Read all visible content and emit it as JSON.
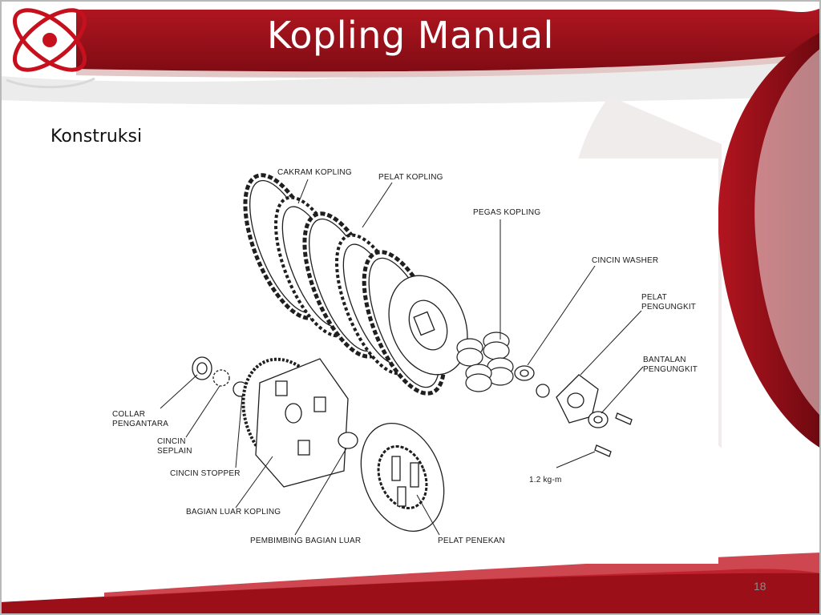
{
  "slide": {
    "title": "Kopling Manual",
    "subtitle": "Konstruksi",
    "page_number": "18"
  },
  "diagram": {
    "labels": {
      "cakram_kopling": "CAKRAM KOPLING",
      "pelat_kopling": "PELAT KOPLING",
      "pegas_kopling": "PEGAS KOPLING",
      "cincin_washer": "CINCIN WASHER",
      "pelat_pengungkit": "PELAT\nPENGUNGKIT",
      "bantalan_pengungkit": "BANTALAN\nPENGUNGKIT",
      "collar_pengantara": "COLLAR\nPENGANTARA",
      "cincin_seplain": "CINCIN\nSEPLAIN",
      "cincin_stopper": "CINCIN STOPPER",
      "bagian_luar_kopling": "BAGIAN LUAR KOPLING",
      "torque": "1.2 kg-m",
      "pembimbing_bagian_luar": "PEMBIMBING BAGIAN LUAR",
      "pelat_penekan": "PELAT PENEKAN"
    }
  },
  "colors": {
    "accent_red": "#a3111a",
    "dark_red": "#7a0a12"
  }
}
